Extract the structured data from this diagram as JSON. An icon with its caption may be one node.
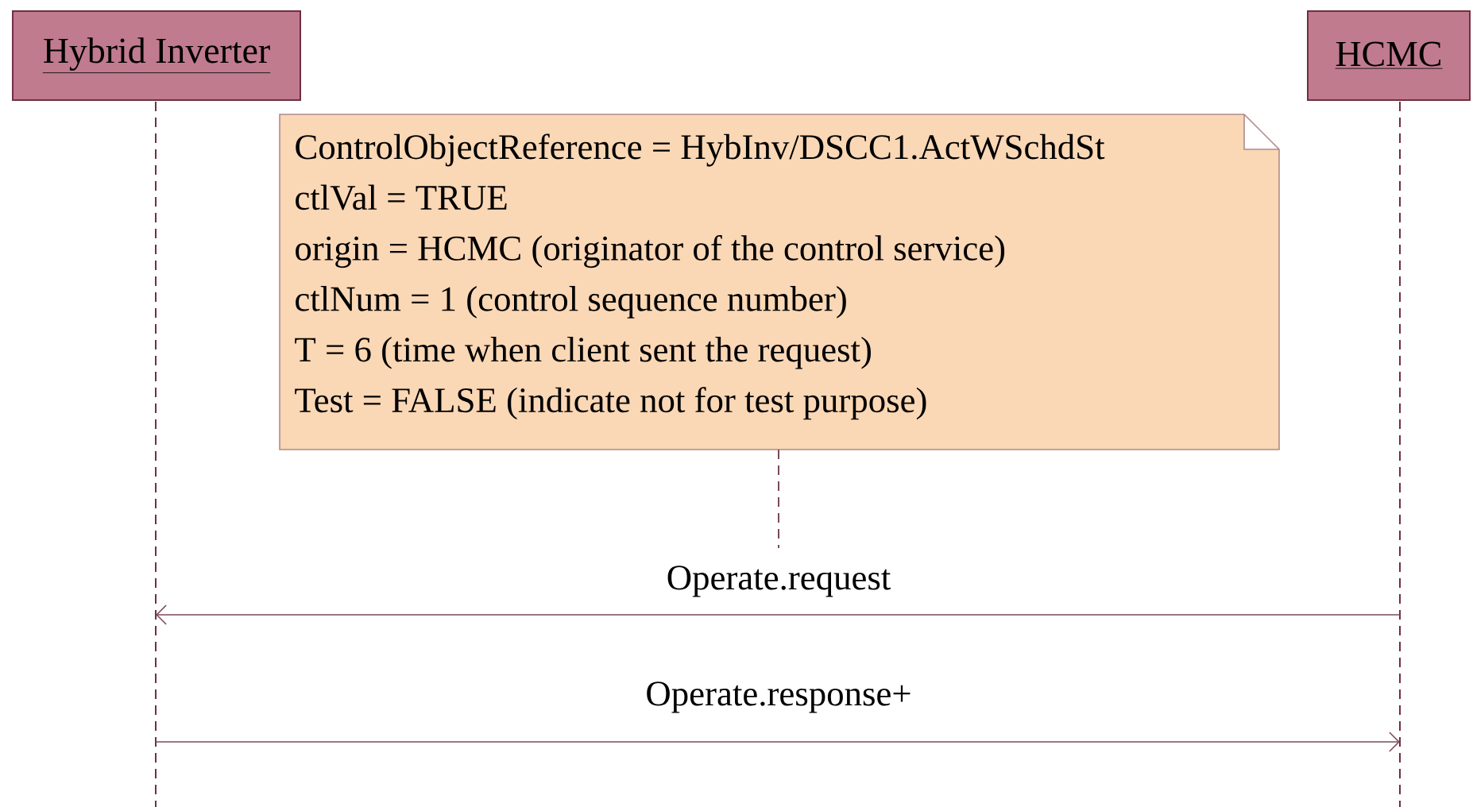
{
  "diagram": {
    "nodes": [
      {
        "text": [
          "Hybrid Inverter"
        ]
      },
      {
        "text": [
          "HCMC"
        ]
      },
      {
        "text": [
          "ControlObjectReference = HybInv/DSCC1.ActWSchdSt",
          "ctlVal = TRUE",
          "origin = HCMC (originator of the control service)",
          "ctlNum = 1 (control sequence number)",
          "T = 6 (time when client sent the request)",
          "Test = FALSE (indicate not for test purpose)"
        ]
      },
      {
        "text": [],
        "shape": "bar"
      },
      {
        "text": [],
        "shape": "bar"
      }
    ],
    "edges": [
      {
        "from": 2,
        "to": null,
        "arrow": "none",
        "style": "dashed"
      },
      {
        "from": 4,
        "to": 3,
        "arrow": "to",
        "label": "Operate.request"
      },
      {
        "from": 3,
        "to": 4,
        "arrow": "to",
        "label": "Operate.response+"
      }
    ]
  }
}
